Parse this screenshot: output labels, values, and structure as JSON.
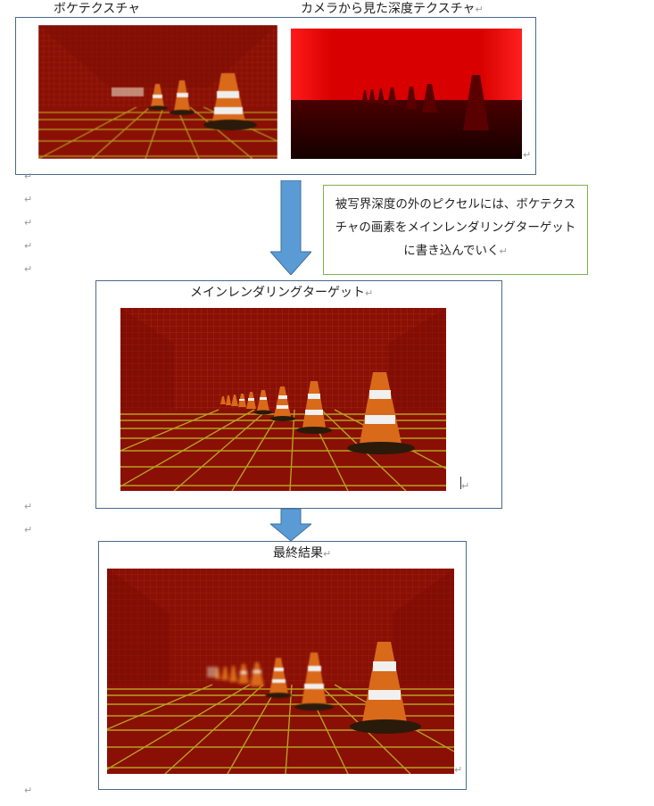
{
  "captions": {
    "bokeh_texture": "ボケテクスチャ",
    "depth_texture": "カメラから見た深度テクスチャ",
    "main_render_target": "メインレンダリングターゲット",
    "final_result": "最終結果"
  },
  "note": {
    "text": "被写界深度の外のピクセルには、ボケテクスチャの画素をメインレンダリングターゲットに書き込んでいく"
  },
  "paragraph_mark": "↵",
  "colors": {
    "frame_border": "#4a6a8c",
    "note_border": "#7fb24a",
    "arrow_fill": "#5b9bd5",
    "grid_red": "#8a0f05",
    "grid_line": "#b8a020",
    "cone_orange": "#d96a1a"
  }
}
